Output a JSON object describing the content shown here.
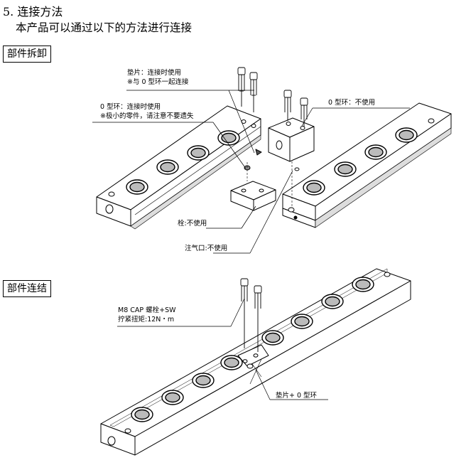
{
  "section": {
    "title": "5. 连接方法",
    "description": "本产品可以通过以下的方法进行连接"
  },
  "tags": {
    "disassemble": "部件拆卸",
    "connect": "部件连结"
  },
  "labels": {
    "gasket_line1": "垫片：连接时使用",
    "gasket_line2": "※与 0 型环一起连接",
    "oring_line1": "0 型环：连接时使用",
    "oring_line2": "※极小的零件，请注意不要遗失",
    "oring_unused": "0 型环：不使用",
    "plug_unused": "栓:不使用",
    "inlet_unused": "注气口:不使用",
    "bolt_line1": "M8 CAP 螺栓+SW",
    "bolt_line2": "拧紧扭矩:12N・m",
    "gasket_oring": "垫片+ 0 型环"
  }
}
